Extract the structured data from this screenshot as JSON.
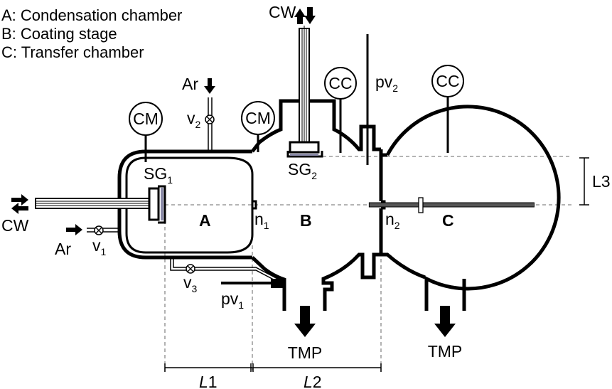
{
  "legend": [
    "A: Condensation chamber",
    "B: Coating stage",
    "C: Transfer chamber"
  ],
  "chambers": {
    "a": "A",
    "b": "B",
    "c": "C"
  },
  "labels": {
    "cw_top": "CW",
    "cw_left": "CW",
    "ar_top": "Ar",
    "ar_left": "Ar",
    "cm_left": "CM",
    "cm_right": "CM",
    "cc_left": "CC",
    "cc_right": "CC",
    "v1": "v",
    "v1_sub": "1",
    "v2": "v",
    "v2_sub": "2",
    "v3": "v",
    "v3_sub": "3",
    "pv1": "pv",
    "pv1_sub": "1",
    "pv2": "pv",
    "pv2_sub": "2",
    "sg1": "SG",
    "sg1_sub": "1",
    "sg2": "SG",
    "sg2_sub": "2",
    "n1": "n",
    "n1_sub": "1",
    "n2": "n",
    "n2_sub": "2",
    "tmp_left": "TMP",
    "tmp_right": "TMP",
    "l1": "L",
    "l1_num": "1",
    "l2": "L",
    "l2_num": "2",
    "l3": "L3"
  },
  "colors": {
    "line": "#000000",
    "dashed_guide": "#888888",
    "substrate": "#8a8aa8"
  }
}
